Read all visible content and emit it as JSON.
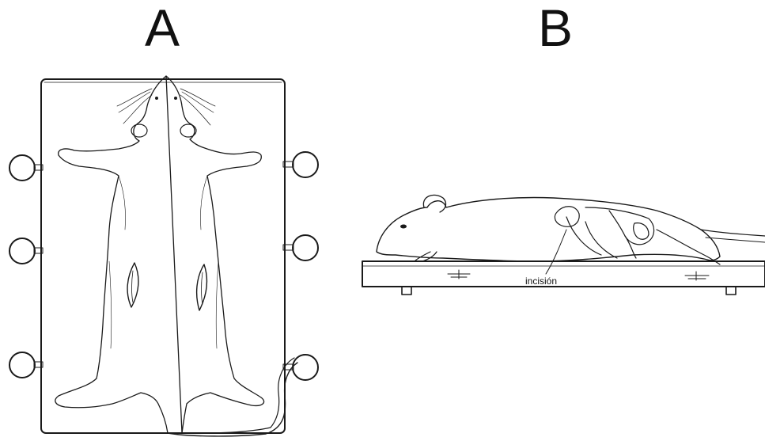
{
  "panels": {
    "a": {
      "label": "A"
    },
    "b": {
      "label": "B"
    }
  },
  "annotations": {
    "incision": "incisión"
  },
  "colors": {
    "ink": "#1a1a1a",
    "board_fill": "#ffffff",
    "background": "#ffffff"
  }
}
